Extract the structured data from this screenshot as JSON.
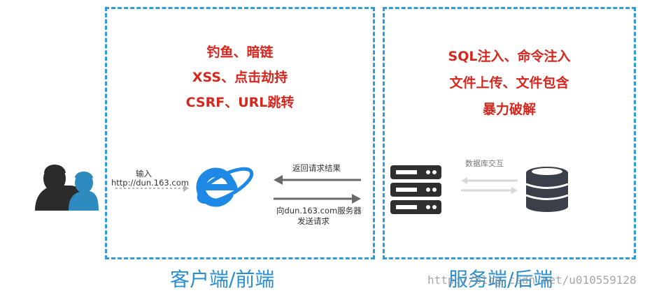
{
  "client": {
    "threats": [
      "钓鱼、暗链",
      "XSS、点击劫持",
      "CSRF、URL跳转"
    ],
    "label": "客户端/前端",
    "input_label": "输入",
    "input_url": "http://dun.163.com",
    "response_label": "返回请求结果",
    "request_label_line1": "向dun.163.com服务器",
    "request_label_line2": "发送请求"
  },
  "server": {
    "threats": [
      "SQL注入、命令注入",
      "文件上传、文件包含",
      "暴力破解"
    ],
    "label": "服务端/后端",
    "db_label": "数据库交互"
  },
  "watermark": "http://blog.csdn.net/u010559128",
  "icons": {
    "users": "users-icon",
    "browser": "ie-browser-icon",
    "server": "server-rack-icon",
    "database": "database-icon"
  },
  "colors": {
    "accent_blue": "#2f9bd8",
    "threat_red": "#d7261e",
    "dark_icon": "#2b2b2b",
    "user_blue": "#2e8bc0"
  }
}
